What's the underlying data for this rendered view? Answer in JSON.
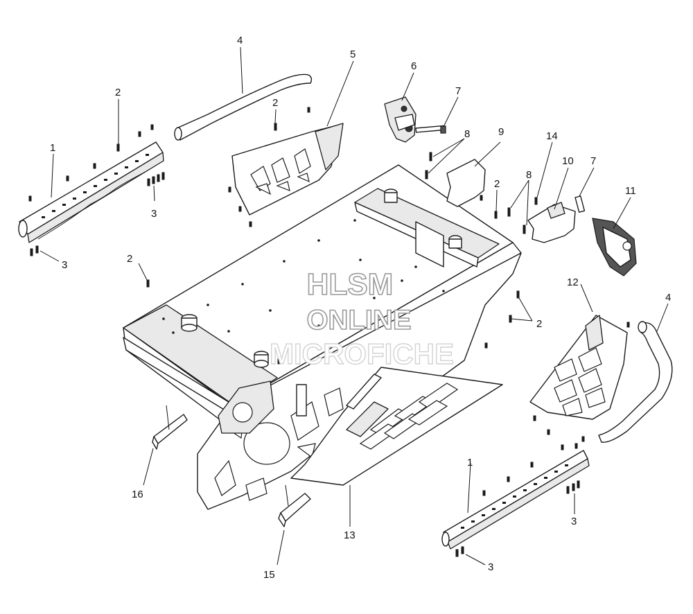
{
  "watermark": {
    "line1": "HLSM",
    "line2": "ONLINE",
    "line3": "MICROFICHE"
  },
  "callouts": [
    {
      "id": "c-1-left",
      "text": "1"
    },
    {
      "id": "c-2-left-top",
      "text": "2"
    },
    {
      "id": "c-3-left-mid",
      "text": "3"
    },
    {
      "id": "c-3-left-bot",
      "text": "3"
    },
    {
      "id": "c-4-top",
      "text": "4"
    },
    {
      "id": "c-2-bracket",
      "text": "2"
    },
    {
      "id": "c-5",
      "text": "5"
    },
    {
      "id": "c-6",
      "text": "6"
    },
    {
      "id": "c-7-top",
      "text": "7"
    },
    {
      "id": "c-8-top",
      "text": "8"
    },
    {
      "id": "c-9",
      "text": "9"
    },
    {
      "id": "c-14",
      "text": "14"
    },
    {
      "id": "c-10",
      "text": "10"
    },
    {
      "id": "c-7-right",
      "text": "7"
    },
    {
      "id": "c-11",
      "text": "11"
    },
    {
      "id": "c-2-mid-right",
      "text": "2"
    },
    {
      "id": "c-8-right",
      "text": "8"
    },
    {
      "id": "c-2-left-mid",
      "text": "2"
    },
    {
      "id": "c-2-right-lower",
      "text": "2"
    },
    {
      "id": "c-12",
      "text": "12"
    },
    {
      "id": "c-4-right",
      "text": "4"
    },
    {
      "id": "c-16",
      "text": "16"
    },
    {
      "id": "c-1-right",
      "text": "1"
    },
    {
      "id": "c-3-right-mid",
      "text": "3"
    },
    {
      "id": "c-13",
      "text": "13"
    },
    {
      "id": "c-15",
      "text": "15"
    },
    {
      "id": "c-3-right-bot",
      "text": "3"
    }
  ],
  "colors": {
    "line": "#1a1a1a",
    "background": "#ffffff",
    "watermark_outline": "#9a9a9a"
  }
}
